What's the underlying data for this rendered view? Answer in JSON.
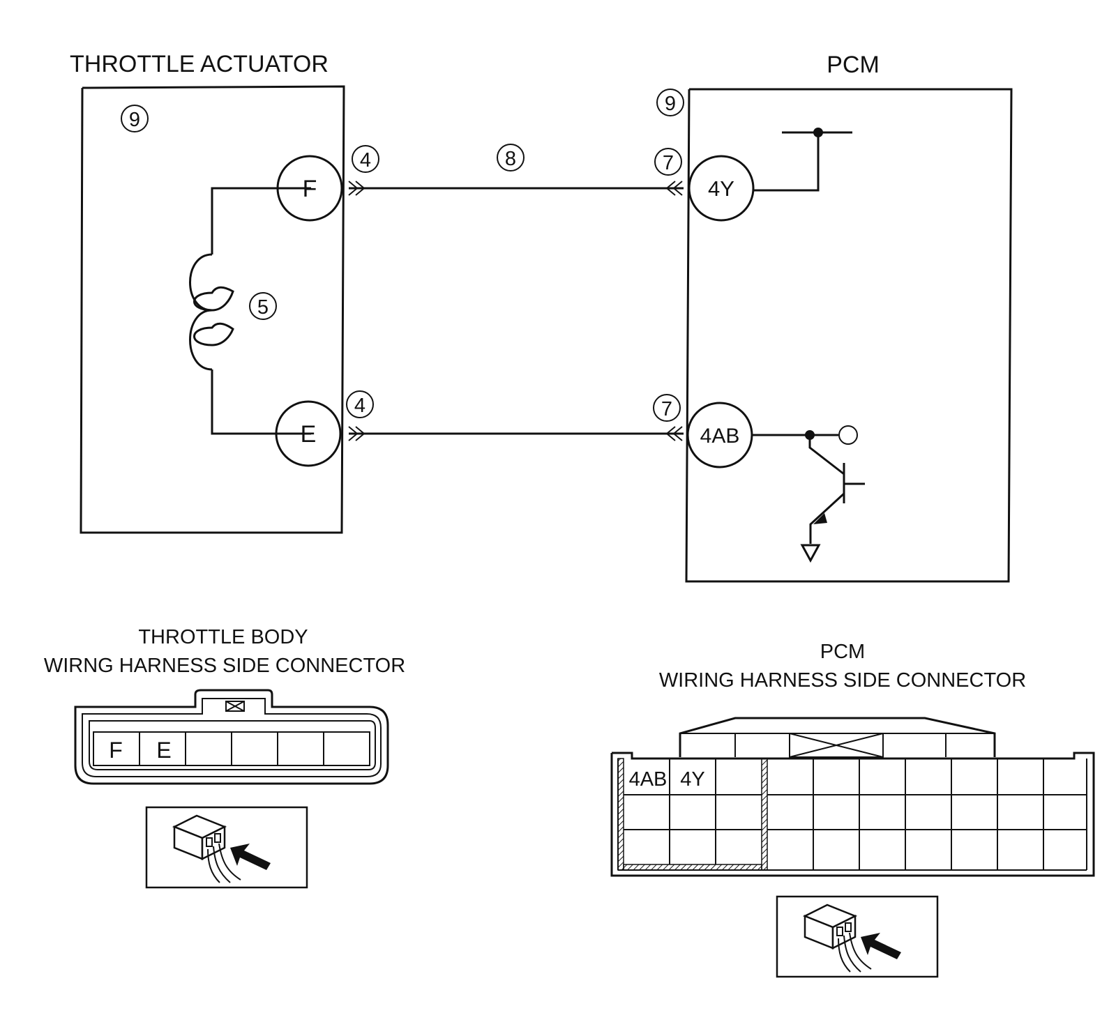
{
  "diagram": {
    "throttle_actuator": {
      "title": "THROTTLE ACTUATOR",
      "box_ref": "9",
      "coil_ref": "5",
      "terminal_f": "F",
      "terminal_e": "E",
      "connector_ref_f": "4",
      "connector_ref_e": "4"
    },
    "pcm": {
      "title": "PCM",
      "box_ref": "9",
      "terminal_4y": "4Y",
      "terminal_4ab": "4AB",
      "connector_ref_4y": "7",
      "connector_ref_4ab": "7"
    },
    "wire_ref": "8",
    "throttle_body_connector": {
      "title_line1": "THROTTLE BODY",
      "title_line2": "WIRNG HARNESS SIDE CONNECTOR",
      "pins": [
        "F",
        "E",
        "",
        "",
        "",
        ""
      ]
    },
    "pcm_connector": {
      "title_line1": "PCM",
      "title_line2": "WIRING HARNESS SIDE CONNECTOR",
      "pins": [
        "4AB",
        "4Y"
      ]
    }
  }
}
